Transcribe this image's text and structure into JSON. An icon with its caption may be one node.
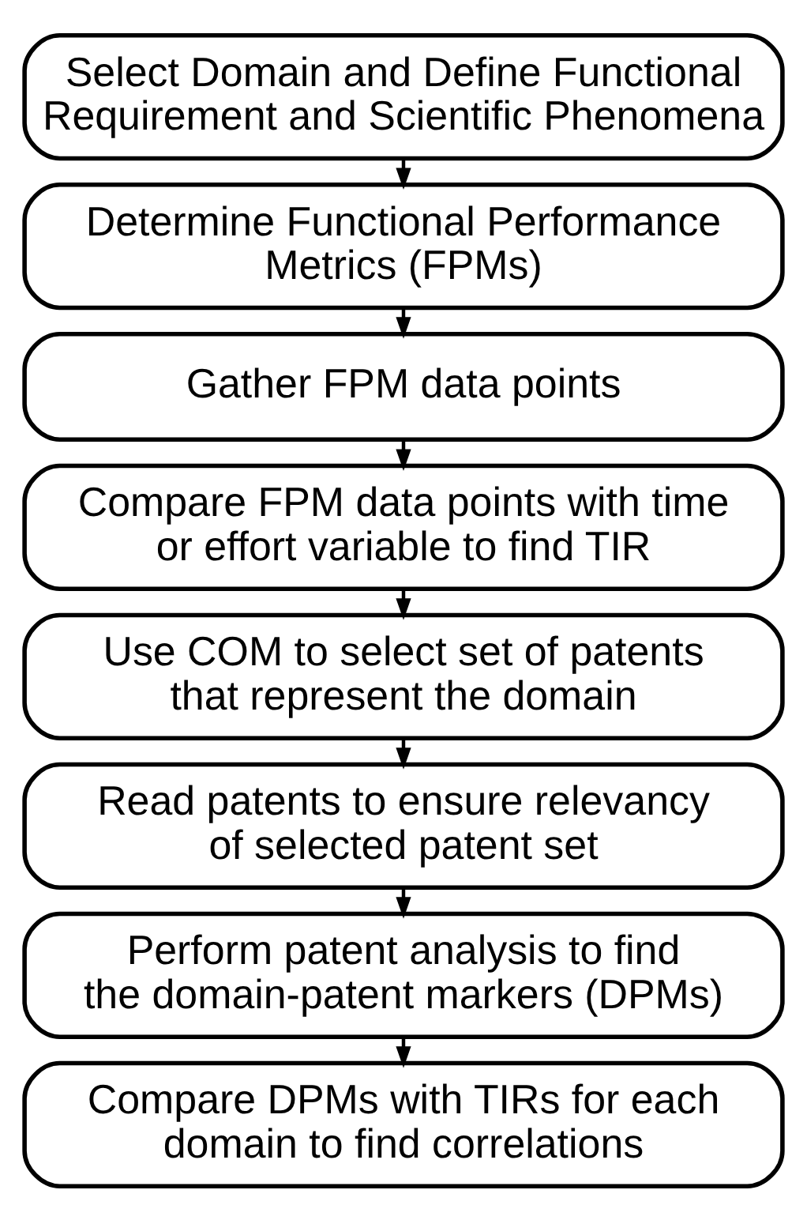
{
  "diagram": {
    "nodes": [
      {
        "text": [
          "Select Domain and Define Functional Requirement and Scientific Phenomena"
        ]
      },
      {
        "text": [
          "Determine Functional Performance Metrics (FPMs)"
        ]
      },
      {
        "text": [
          "Gather FPM data points"
        ]
      },
      {
        "text": [
          "Compare FPM data points with time or effort variable to find TIR"
        ]
      },
      {
        "text": [
          "Use COM to select set of patents that represent the domain"
        ]
      },
      {
        "text": [
          "Read patents to ensure relevancy of selected patent set"
        ]
      },
      {
        "text": [
          "Perform patent analysis to find the domain-patent markers (DPMs)"
        ]
      },
      {
        "text": [
          "Compare DPMs with TIRs for each domain to find correlations"
        ]
      }
    ],
    "edges": [
      {
        "from": 0,
        "to": 1,
        "arrow": "to"
      },
      {
        "from": 1,
        "to": 2,
        "arrow": "to"
      },
      {
        "from": 2,
        "to": 3,
        "arrow": "to"
      },
      {
        "from": 3,
        "to": 4,
        "arrow": "to"
      },
      {
        "from": 4,
        "to": 5,
        "arrow": "to"
      },
      {
        "from": 5,
        "to": 6,
        "arrow": "to"
      },
      {
        "from": 6,
        "to": 7,
        "arrow": "to"
      }
    ]
  }
}
